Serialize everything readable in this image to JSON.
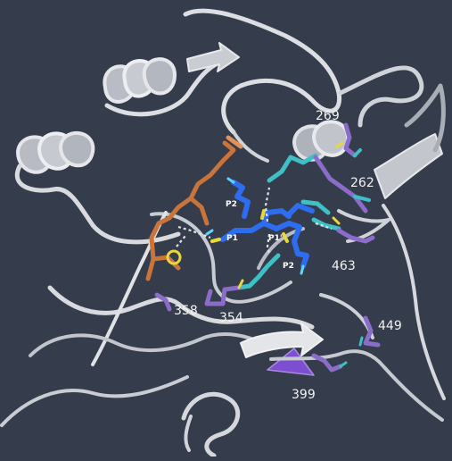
{
  "residue_labels": {
    "r269": "269",
    "r262": "262",
    "r463": "463",
    "r358": "358",
    "r354": "354",
    "r449": "449",
    "r399": "399"
  },
  "site_labels": {
    "p2_top": "P2",
    "p1": "P1",
    "p1_prime": "P1'",
    "p2_bottom": "P2"
  },
  "colors": {
    "background": "#353c4c",
    "ribbon": "#d4d6dc",
    "ribbon_shade": "#9da2ad",
    "ligand": "#1f54d8",
    "ligand_carbon": "#2e6df0",
    "cyan_chain": "#3fbfc6",
    "residue_purple": "#8b6cc9",
    "orange_peptide": "#c8743a",
    "sulfur_yellow": "#e8d93a",
    "nitrogen_blue": "#2f6bff",
    "hbond_dash": "#dfe3ea",
    "label": "#f2f2f2"
  }
}
